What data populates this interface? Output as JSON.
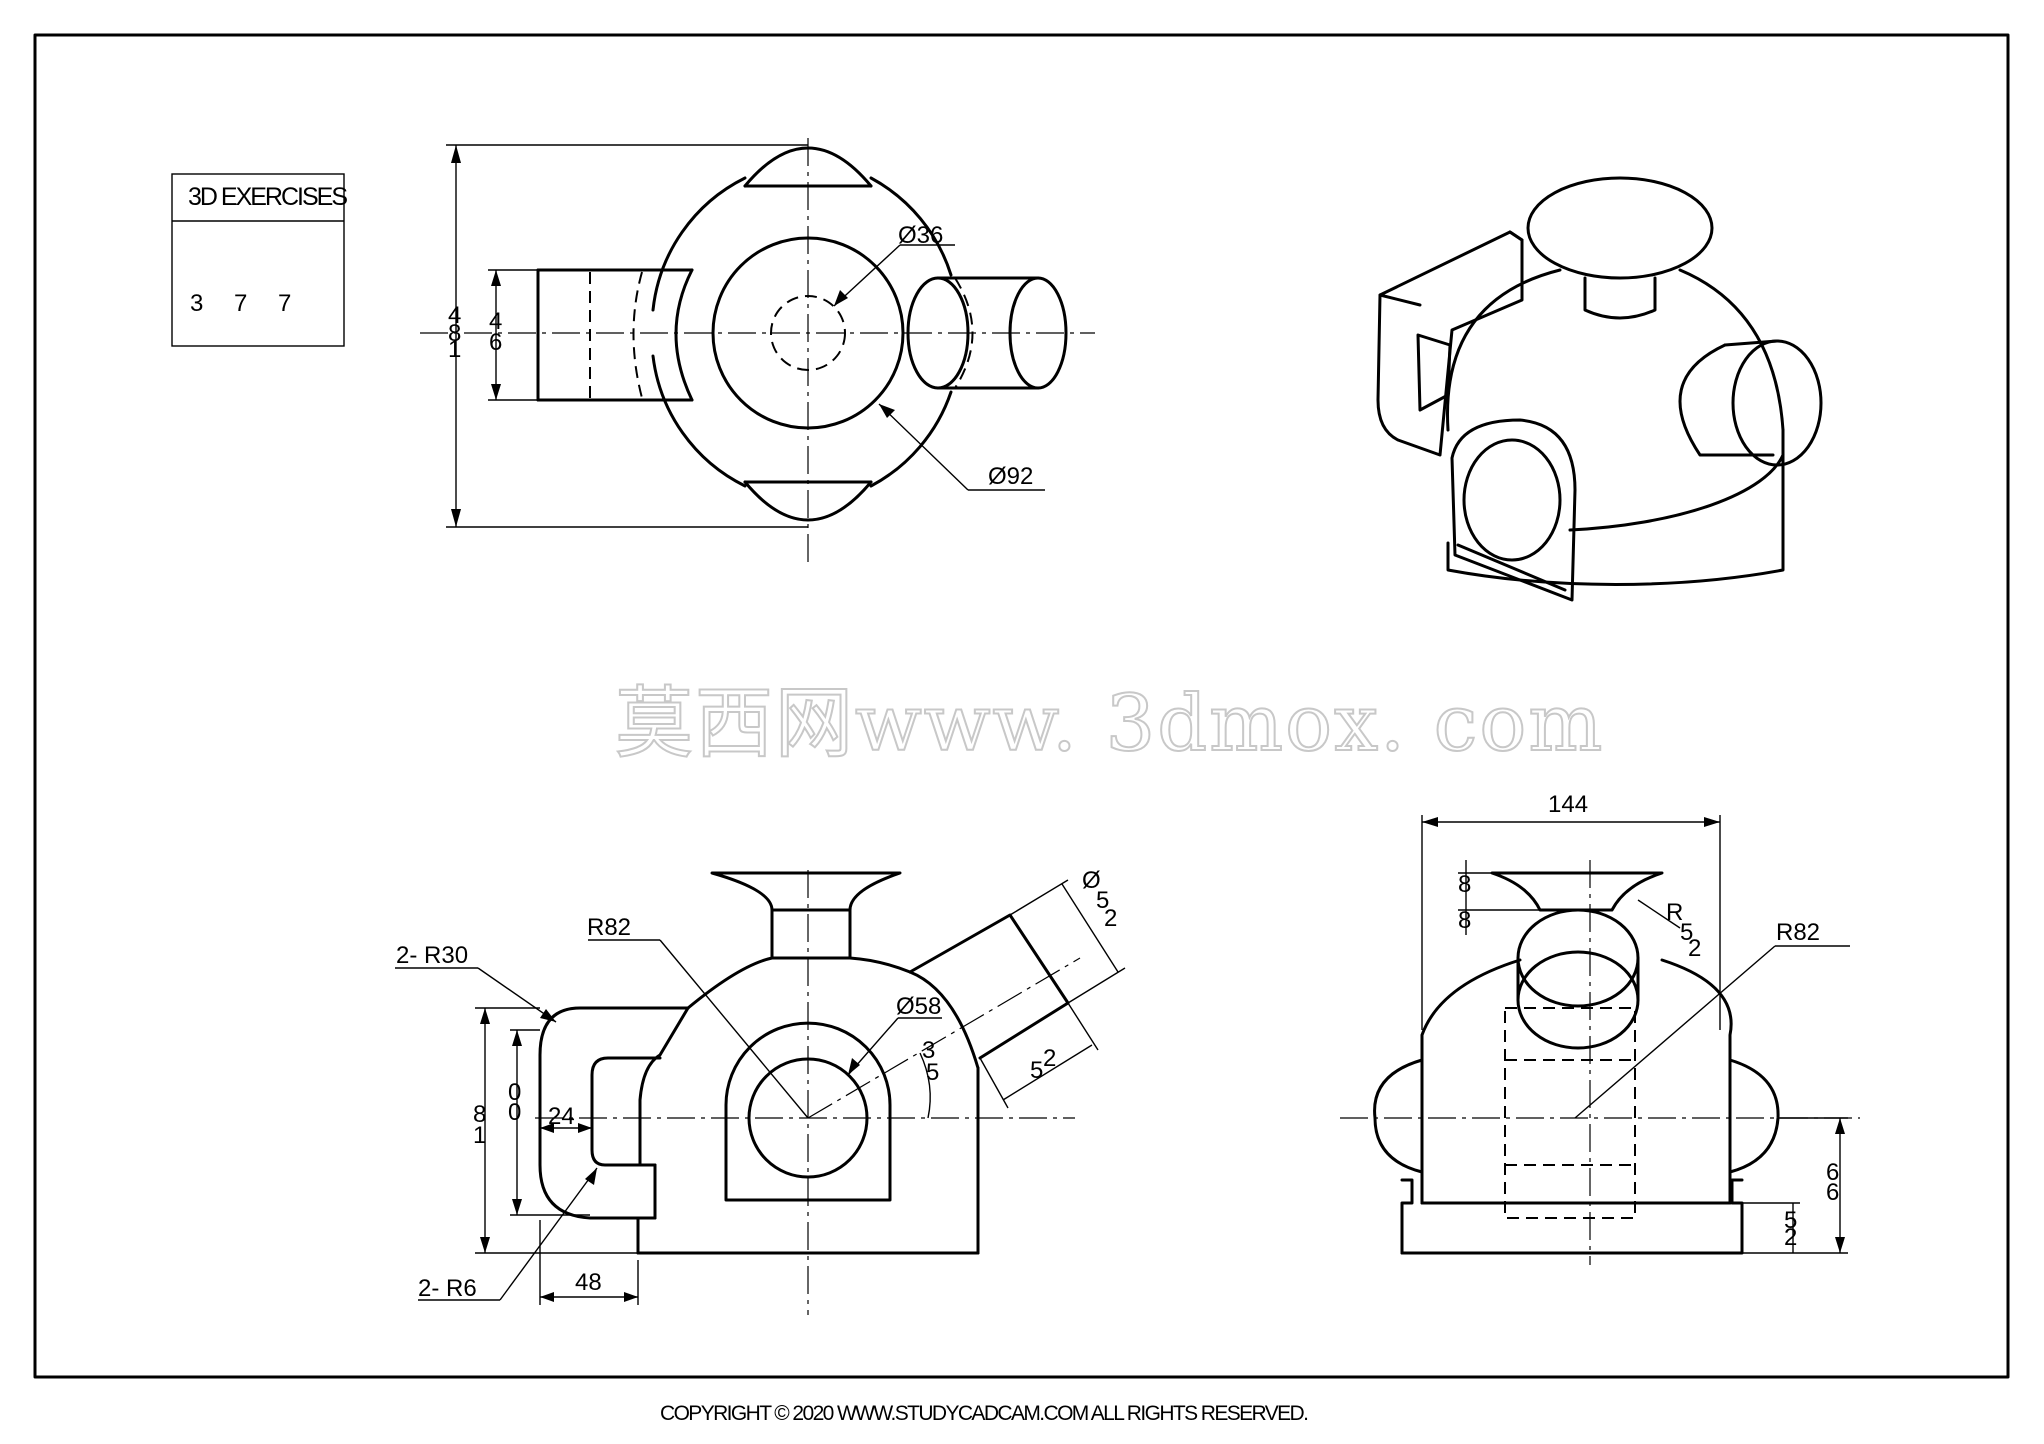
{
  "title_block": {
    "heading": "3D EXERCISES",
    "number_digits": [
      "3",
      "7",
      "7"
    ]
  },
  "watermark": "莫西网www. 3dmox. com",
  "copyright": "COPYRIGHT © 2020 WWW.STUDYCADCAM.COM ALL RIGHTS RESERVED.",
  "top_view": {
    "d36": "Ø36",
    "d92": "Ø92",
    "h_outer_a": "4",
    "h_outer_b": "8",
    "h_outer_c": "1",
    "h_inner_a": "4",
    "h_inner_b": "6"
  },
  "front_view": {
    "r30": "2- R30",
    "r82": "R82",
    "d58": "Ø58",
    "d52_a": "Ø",
    "d52_b": "5",
    "d52_c": "2",
    "ang_a": "3",
    "ang_b": "5",
    "len_a": "5",
    "len_b": "2",
    "h81_a": "8",
    "h81_b": "1",
    "h60_a": "0",
    "h60_b": "0",
    "w24": "24",
    "w48": "48",
    "r6": "2- R6"
  },
  "side_view": {
    "w144": "144",
    "h8_a": "8",
    "h8_b": "8",
    "r52_a": "R",
    "r52_b": "5",
    "r52_c": "2",
    "r82": "R82",
    "h66_a": "6",
    "h66_b": "6",
    "h52_a": "5",
    "h52_b": "2"
  }
}
